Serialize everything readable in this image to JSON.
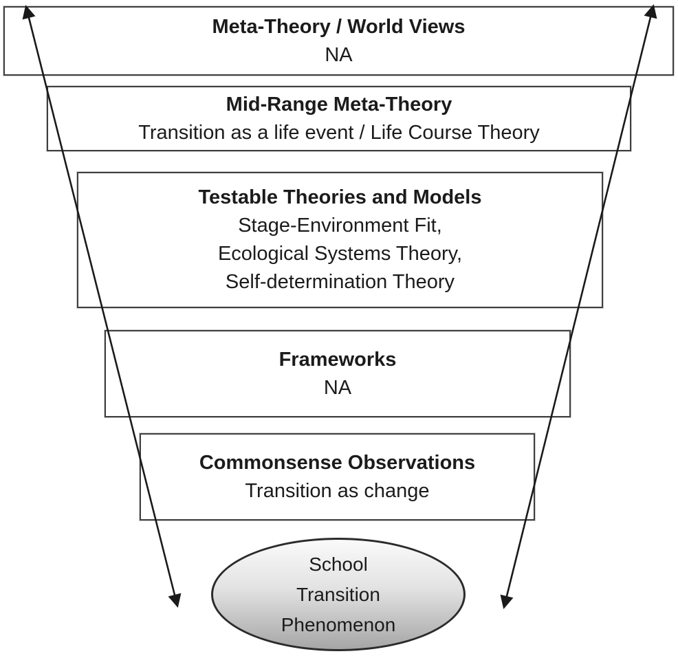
{
  "colors": {
    "background": "#ffffff",
    "text": "#1b1b1b",
    "box_border": "#3f3f3f",
    "arrow": "#1a1a1a",
    "ellipse_border": "#2b2b2b",
    "ellipse_top": "#fafafa",
    "ellipse_bottom": "#a6a6a6"
  },
  "funnel": {
    "levels": [
      {
        "title": "Meta-Theory / World Views",
        "detail": [
          "NA"
        ]
      },
      {
        "title": "Mid-Range Meta-Theory",
        "detail": [
          "Transition as a life event / Life Course Theory"
        ]
      },
      {
        "title": "Testable Theories and Models",
        "detail": [
          "Stage-Environment Fit,",
          "Ecological Systems Theory,",
          "Self-determination Theory"
        ]
      },
      {
        "title": "Frameworks",
        "detail": [
          "NA"
        ]
      },
      {
        "title": "Commonsense Observations",
        "detail": [
          "Transition as change"
        ]
      }
    ],
    "phenomenon": {
      "lines": [
        "School",
        "Transition",
        "Phenomenon"
      ]
    }
  }
}
